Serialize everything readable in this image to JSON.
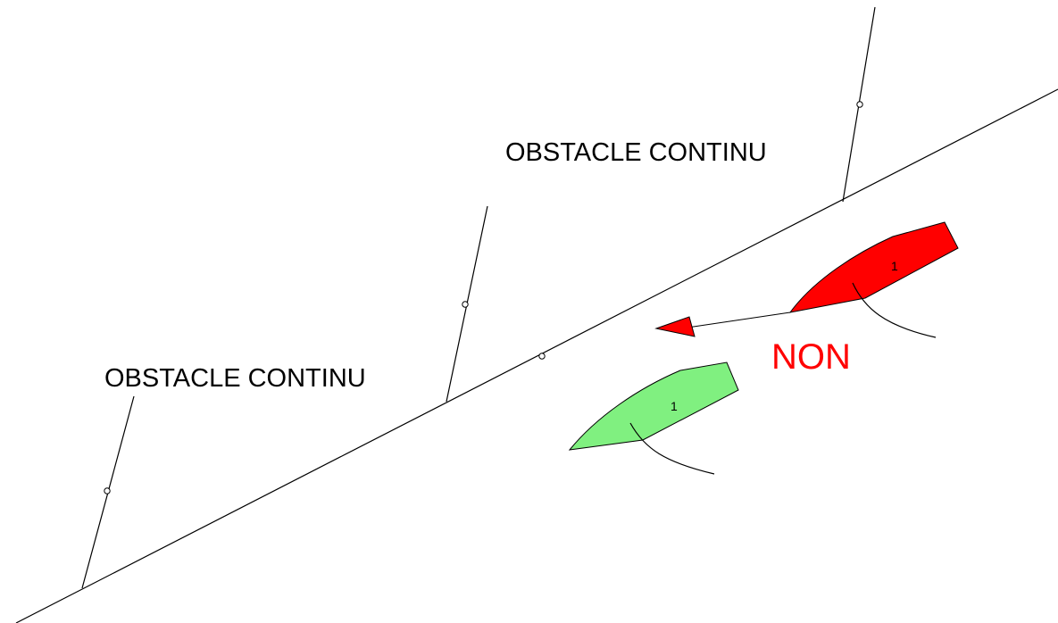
{
  "labels": {
    "obstacle_upper": "OBSTACLE CONTINU",
    "obstacle_lower": "OBSTACLE CONTINU",
    "verdict": "NON"
  },
  "boats": {
    "red": {
      "number": "1",
      "fill": "#ff0000"
    },
    "green": {
      "number": "1",
      "fill": "#80f080"
    }
  },
  "colors": {
    "line": "#000000",
    "verdict": "#ff0000",
    "arrow": "#ff0000",
    "background": "#ffffff"
  }
}
